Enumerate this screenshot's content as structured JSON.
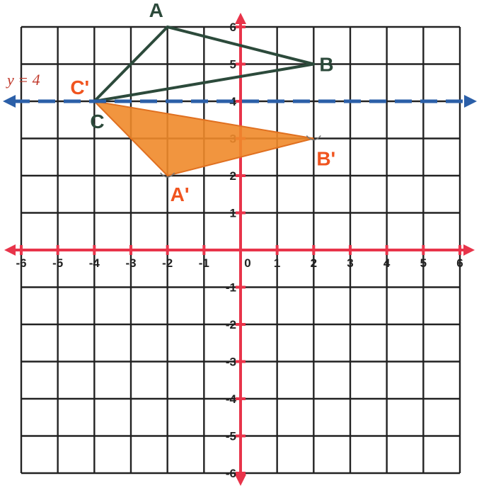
{
  "diagram": {
    "grid": {
      "xmin": -6,
      "xmax": 6,
      "ymin": -6,
      "ymax": 6
    },
    "x_tick_labels": [
      "-6",
      "-5",
      "-4",
      "-3",
      "-2",
      "-1",
      "0",
      "1",
      "2",
      "3",
      "4",
      "5",
      "6"
    ],
    "y_tick_labels": [
      {
        "value": 6,
        "text": "6"
      },
      {
        "value": 5,
        "text": "5"
      },
      {
        "value": 4,
        "text": "4"
      },
      {
        "value": 3,
        "text": "3"
      },
      {
        "value": 2,
        "text": "2"
      },
      {
        "value": 1,
        "text": "1"
      },
      {
        "value": -1,
        "text": "-1"
      },
      {
        "value": -2,
        "text": "-2"
      },
      {
        "value": -3,
        "text": "-3"
      },
      {
        "value": -4,
        "text": "-4"
      },
      {
        "value": -5,
        "text": "-5"
      },
      {
        "value": -6,
        "text": "-6"
      }
    ],
    "reflection_line": {
      "label": "y = 4",
      "y": 4,
      "color": "#2b5fa8"
    },
    "original_triangle": {
      "color": "#2c4a3b",
      "points": [
        {
          "label": "A",
          "x": -2,
          "y": 6
        },
        {
          "label": "B",
          "x": 2,
          "y": 5
        },
        {
          "label": "C",
          "x": -4,
          "y": 4
        }
      ]
    },
    "image_triangle": {
      "fill": "#f08a2a",
      "label_color": "#f0541f",
      "points": [
        {
          "label": "A'",
          "x": -2,
          "y": 2
        },
        {
          "label": "B'",
          "x": 2,
          "y": 3
        },
        {
          "label": "C'",
          "x": -4,
          "y": 4
        }
      ]
    },
    "colors": {
      "grid": "#222222",
      "axes": "#e8344a",
      "arrows": "#e8344a"
    }
  }
}
